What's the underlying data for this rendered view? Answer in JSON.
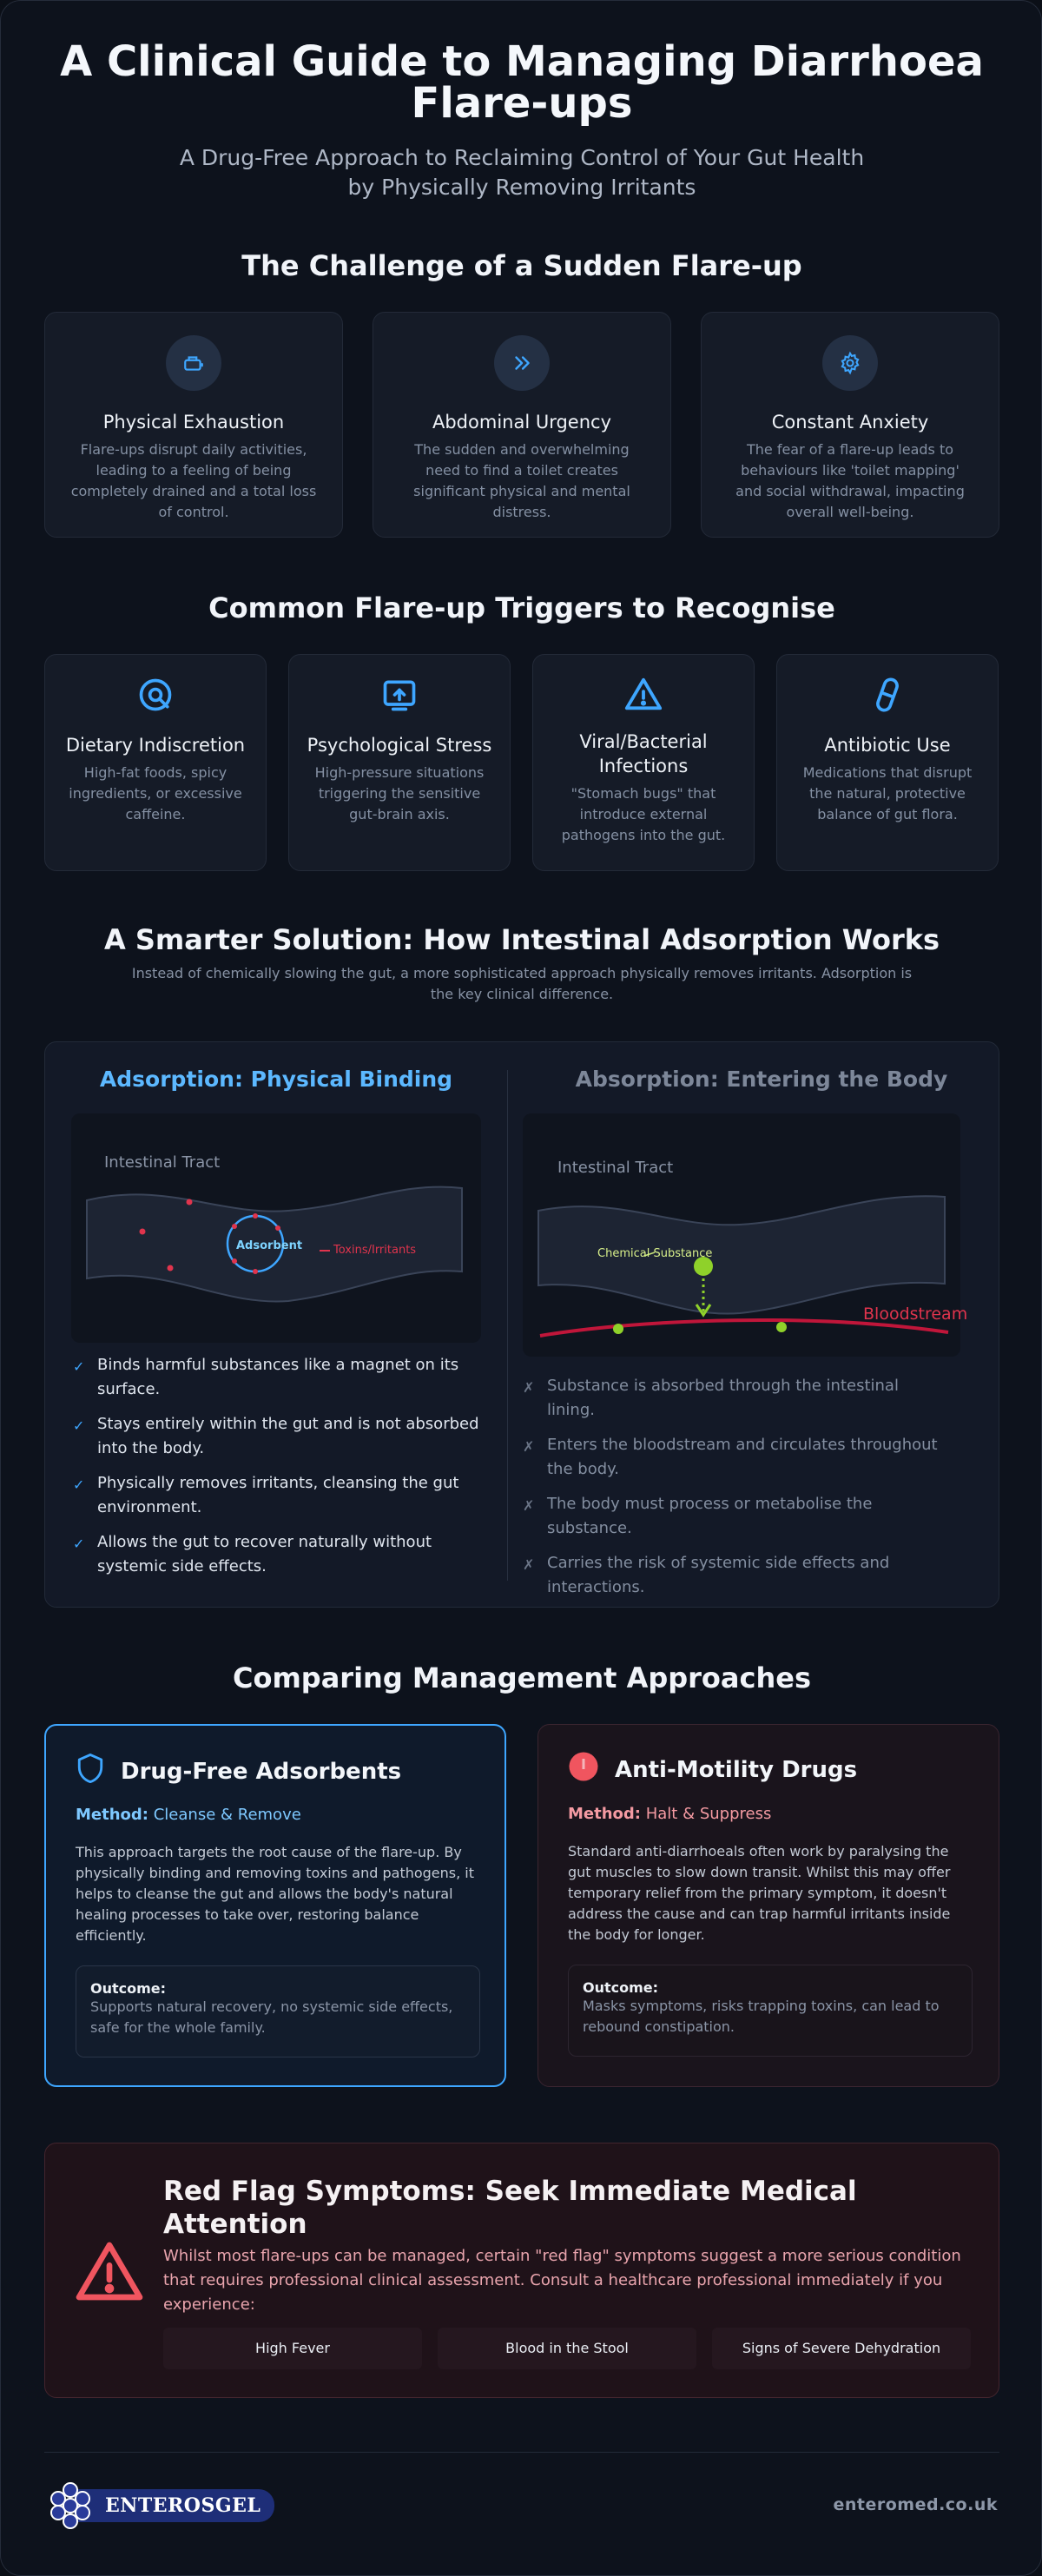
{
  "hero": {
    "title": "A Clinical Guide to Managing Diarrhoea Flare-ups",
    "subtitle": "A Drug-Free Approach to Reclaiming Control of Your Gut Health by Physically Removing Irritants"
  },
  "challenge": {
    "title": "The Challenge of a Sudden Flare-up",
    "cards": [
      {
        "icon": "battery-icon",
        "title": "Physical Exhaustion",
        "text": "Flare-ups disrupt daily activities, leading to a feeling of being completely drained and a total loss of control."
      },
      {
        "icon": "chevrons-right-icon",
        "title": "Abdominal Urgency",
        "text": "The sudden and overwhelming need to find a toilet creates significant physical and mental distress."
      },
      {
        "icon": "gear-icon",
        "title": "Constant Anxiety",
        "text": "The fear of a flare-up leads to behaviours like 'toilet mapping' and social withdrawal, impacting overall well-being."
      }
    ]
  },
  "triggers": {
    "title": "Common Flare-up Triggers to Recognise",
    "cards": [
      {
        "icon": "food-search-icon",
        "title": "Dietary Indiscretion",
        "text": "High-fat foods, spicy ingredients, or excessive caffeine."
      },
      {
        "icon": "monitor-arrow-icon",
        "title": "Psychological Stress",
        "text": "High-pressure situations triggering the sensitive gut-brain axis."
      },
      {
        "icon": "warning-icon",
        "title": "Viral/Bacterial Infections",
        "text": "\"Stomach bugs\" that introduce external pathogens into the gut."
      },
      {
        "icon": "pill-icon",
        "title": "Antibiotic Use",
        "text": "Medications that disrupt the natural, protective balance of gut flora."
      }
    ]
  },
  "solution": {
    "title": "A Smarter Solution: How Intestinal Adsorption Works",
    "intro": "Instead of chemically slowing the gut, a more sophisticated approach physically removes irritants. Adsorption is the key clinical difference.",
    "left": {
      "title": "Adsorption: Physical Binding",
      "diagram": {
        "tract_label": "Intestinal Tract",
        "center_label": "Adsorbent",
        "legend": "Toxins/Irritants"
      },
      "items": [
        "Binds harmful substances like a magnet on its surface.",
        "Stays entirely within the gut and is not absorbed into the body.",
        "Physically removes irritants, cleansing the gut environment.",
        "Allows the gut to recover naturally without systemic side effects."
      ]
    },
    "right": {
      "title": "Absorption: Entering the Body",
      "diagram": {
        "tract_label": "Intestinal Tract",
        "substance_label": "Chemical Substance",
        "blood_label": "Bloodstream"
      },
      "items": [
        "Substance is absorbed through the intestinal lining.",
        "Enters the bloodstream and circulates throughout the body.",
        "The body must process or metabolise the substance.",
        "Carries the risk of systemic side effects and interactions."
      ]
    },
    "check_mark": "✓",
    "cross_mark": "✗"
  },
  "comparison": {
    "title": "Comparing Management Approaches",
    "left": {
      "title": "Drug-Free Adsorbents",
      "method_label": "Method:",
      "method": "Cleanse & Remove",
      "text": "This approach targets the root cause of the flare-up. By physically binding and removing toxins and pathogens, it helps to cleanse the gut and allows the body's natural healing processes to take over, restoring balance efficiently.",
      "outcome_label": "Outcome:",
      "outcome": "Supports natural recovery, no systemic side effects, safe for the whole family."
    },
    "right": {
      "title": "Anti-Motility Drugs",
      "method_label": "Method:",
      "method": "Halt & Suppress",
      "text": "Standard anti-diarrhoeals often work by paralysing the gut muscles to slow down transit. Whilst this may offer temporary relief from the primary symptom, it doesn't address the cause and can trap harmful irritants inside the body for longer.",
      "outcome_label": "Outcome:",
      "outcome": "Masks symptoms, risks trapping toxins, can lead to rebound constipation."
    }
  },
  "redflag": {
    "title": "Red Flag Symptoms: Seek Immediate Medical Attention",
    "text": "Whilst most flare-ups can be managed, certain \"red flag\" symptoms suggest a more serious condition that requires professional clinical assessment. Consult a healthcare professional immediately if you experience:",
    "symptoms": [
      "High Fever",
      "Blood in the Stool",
      "Signs of Severe Dehydration"
    ]
  },
  "footer": {
    "brand": "ENTEROSGEL",
    "site": "enteromed.co.uk"
  },
  "colors": {
    "accent_blue": "#3ea6ff",
    "accent_red": "#f0555f",
    "bg": "#0d121c"
  }
}
